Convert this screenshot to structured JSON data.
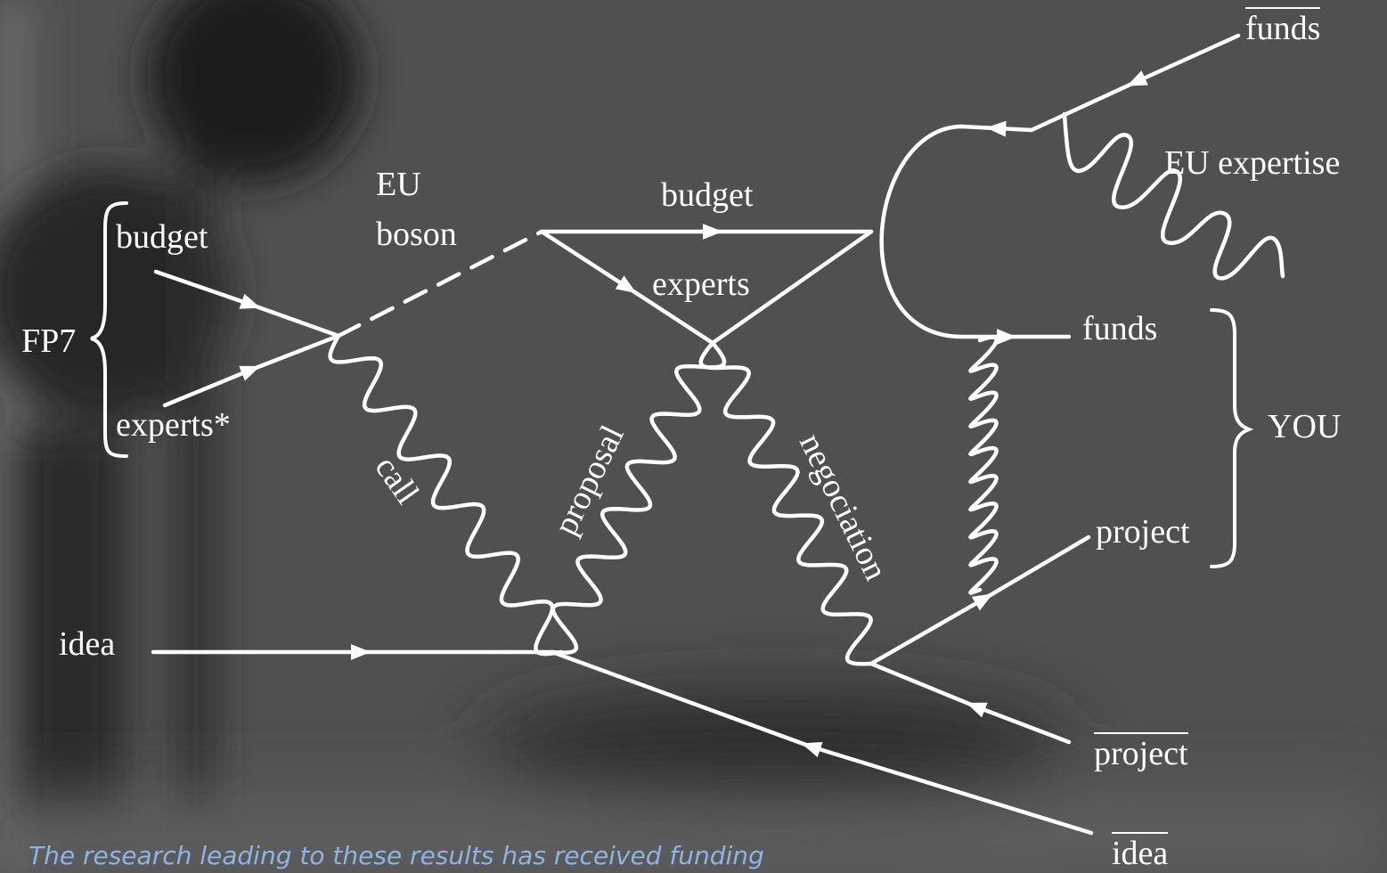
{
  "labels": {
    "fp7": "FP7",
    "budget_in": "budget",
    "experts_in": "experts*",
    "eu_boson_line1": "EU",
    "eu_boson_line2": "boson",
    "budget_loop": "budget",
    "experts_loop": "experts",
    "call": "call",
    "proposal": "proposal",
    "negociation": "negociation",
    "idea": "idea",
    "funds_bar": "funds",
    "eu_expertise": "EU expertise",
    "funds": "funds",
    "project": "project",
    "you": "YOU",
    "project_bar": "project",
    "idea_bar": "idea"
  },
  "footer": {
    "text": "The research leading to these results has received funding"
  },
  "colors": {
    "background": "#4e4e4e",
    "lines": "#ffffff",
    "footer_text": "#8eb4e3"
  }
}
